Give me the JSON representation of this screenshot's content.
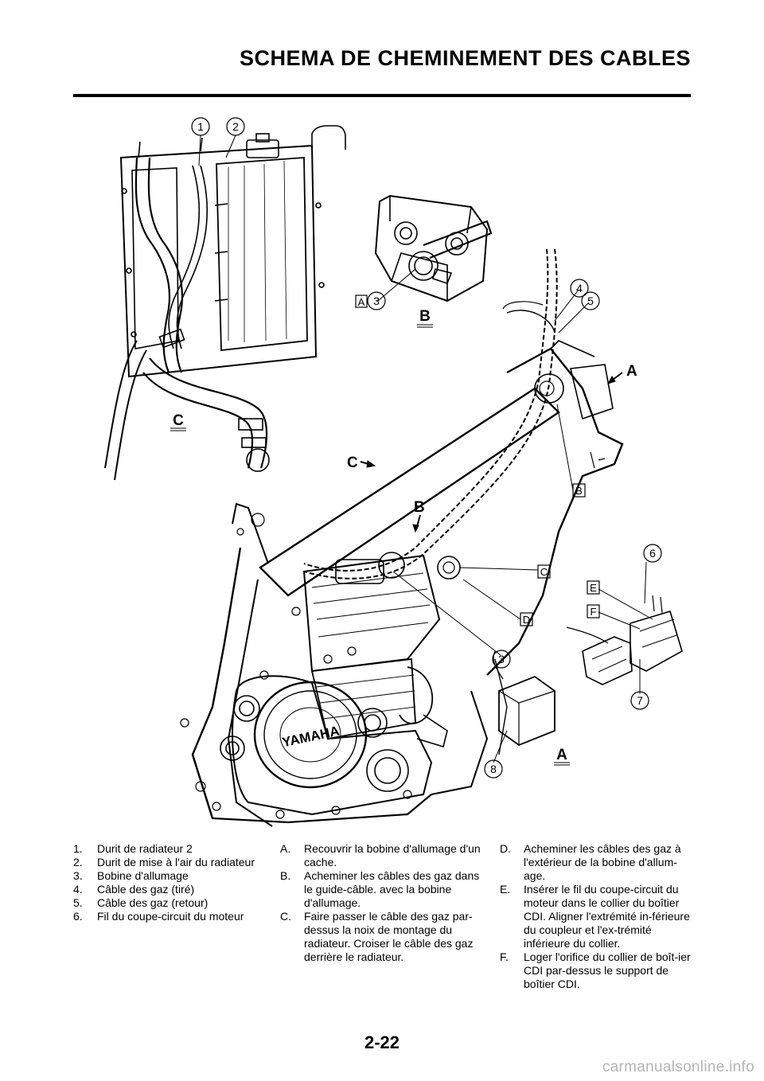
{
  "header": {
    "title": "SCHEMA DE CHEMINEMENT DES CABLES"
  },
  "diagram": {
    "callouts": [
      "1",
      "2",
      "3",
      "4",
      "5",
      "6",
      "7",
      "8",
      "3"
    ],
    "boxed_letters": [
      "A",
      "B",
      "C",
      "D",
      "E",
      "F"
    ],
    "view_labels": [
      "A",
      "B",
      "C"
    ],
    "view_arrows": [
      "A",
      "B",
      "C"
    ],
    "brand_text": "YAMAHA"
  },
  "legend_parts": [
    {
      "num": "1.",
      "text": "Durit de radiateur 2"
    },
    {
      "num": "2.",
      "text": "Durit de mise à l'air du radiateur"
    },
    {
      "num": "3.",
      "text": "Bobine d'allumage"
    },
    {
      "num": "4.",
      "text": "Câble des gaz (tiré)"
    },
    {
      "num": "5.",
      "text": "Câble des gaz (retour)"
    },
    {
      "num": "6.",
      "text": "Fil du coupe-circuit du moteur"
    }
  ],
  "legend_notes_1": [
    {
      "num": "A.",
      "text": " Recouvrir la bobine d'allumage d'un cache."
    },
    {
      "num": "B.",
      "text": "Acheminer les câbles des gaz dans le guide-câble. avec la bobine d'allumage."
    },
    {
      "num": "C.",
      "text": "Faire passer le câble des gaz par-dessus la noix de montage du radiateur. Croiser le câble des gaz derrière le radiateur."
    }
  ],
  "legend_notes_2": [
    {
      "num": "D.",
      "text": "Acheminer les câbles des gaz à l'extérieur de la bobine d'allum-age."
    },
    {
      "num": "E.",
      "text": "Insérer le fil du coupe-circuit du moteur dans le collier du boîtier CDI. Aligner l'extrémité in-férieure du coupleur et l'ex-trémité inférieure du collier."
    },
    {
      "num": "F.",
      "text": "Loger l'orifice du collier de boît-ier CDI par-dessus le support de boîtier CDI."
    }
  ],
  "page_number": "2-22",
  "watermark": "carmanualsonline.info"
}
